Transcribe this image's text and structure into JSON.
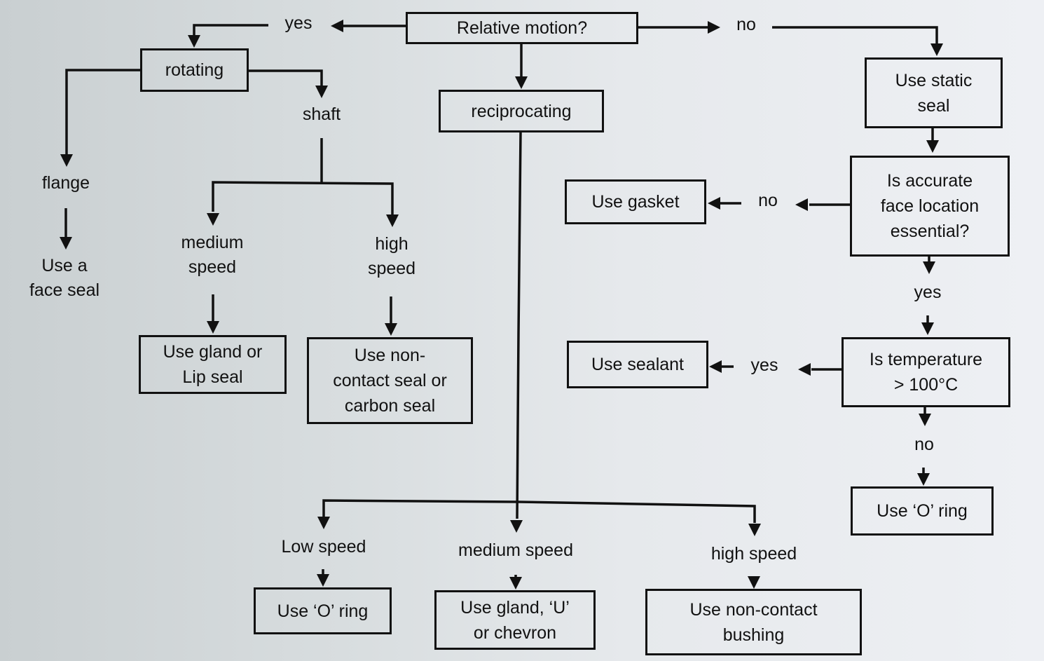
{
  "diagram": {
    "type": "flowchart",
    "title": "Seal selection flowchart",
    "colors": {
      "line": "#111111",
      "background": "#dde1e4"
    },
    "nodes": {
      "relative_motion": "Relative motion?",
      "rotating": "rotating",
      "reciprocating": "reciprocating",
      "use_static_seal": "Use static\nseal",
      "accurate_face_location": "Is accurate\nface location\nessential?",
      "use_gasket": "Use gasket",
      "is_temperature": "Is temperature\n> 100°C",
      "use_sealant": "Use sealant",
      "use_o_ring_static": "Use ‘O’ ring",
      "use_gland_or_lip_seal": "Use gland or\nLip seal",
      "use_non_contact_or_carbon_seal": "Use non-\ncontact seal or\ncarbon seal",
      "use_o_ring_low_speed": "Use ‘O’ ring",
      "use_gland_u_or_chevron": "Use gland, ‘U’\nor chevron",
      "use_non_contact_bushing": "Use non-contact\nbushing"
    },
    "labels": {
      "yes_motion": "yes",
      "no_motion": "no",
      "flange": "flange",
      "use_face_seal": "Use a\nface seal",
      "shaft": "shaft",
      "medium_speed_rot": "medium\nspeed",
      "high_speed_rot": "high\nspeed",
      "no_accurate": "no",
      "yes_accurate": "yes",
      "yes_temperature": "yes",
      "no_temperature": "no",
      "low_speed_recip": "Low speed",
      "medium_speed_recip": "medium speed",
      "high_speed_recip": "high speed"
    },
    "edges": [
      [
        "relative_motion",
        "yes_motion"
      ],
      [
        "yes_motion",
        "rotating"
      ],
      [
        "relative_motion",
        "no_motion"
      ],
      [
        "no_motion",
        "use_static_seal"
      ],
      [
        "relative_motion",
        "reciprocating"
      ],
      [
        "rotating",
        "flange"
      ],
      [
        "flange",
        "use_face_seal"
      ],
      [
        "rotating",
        "shaft"
      ],
      [
        "shaft",
        "medium_speed_rot"
      ],
      [
        "shaft",
        "high_speed_rot"
      ],
      [
        "medium_speed_rot",
        "use_gland_or_lip_seal"
      ],
      [
        "high_speed_rot",
        "use_non_contact_or_carbon_seal"
      ],
      [
        "use_static_seal",
        "accurate_face_location"
      ],
      [
        "accurate_face_location",
        "no_accurate"
      ],
      [
        "no_accurate",
        "use_gasket"
      ],
      [
        "accurate_face_location",
        "yes_accurate"
      ],
      [
        "yes_accurate",
        "is_temperature"
      ],
      [
        "is_temperature",
        "yes_temperature"
      ],
      [
        "yes_temperature",
        "use_sealant"
      ],
      [
        "is_temperature",
        "no_temperature"
      ],
      [
        "no_temperature",
        "use_o_ring_static"
      ],
      [
        "reciprocating",
        "low_speed_recip"
      ],
      [
        "reciprocating",
        "medium_speed_recip"
      ],
      [
        "reciprocating",
        "high_speed_recip"
      ],
      [
        "low_speed_recip",
        "use_o_ring_low_speed"
      ],
      [
        "medium_speed_recip",
        "use_gland_u_or_chevron"
      ],
      [
        "high_speed_recip",
        "use_non_contact_bushing"
      ]
    ]
  }
}
